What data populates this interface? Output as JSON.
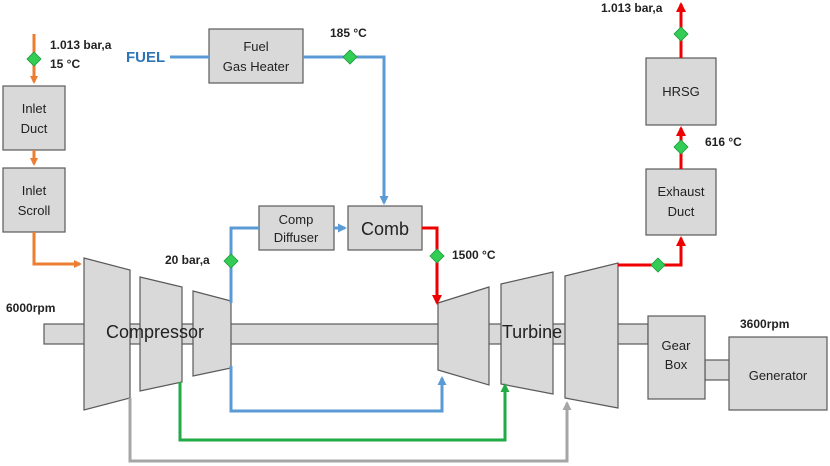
{
  "colors": {
    "air": "#ed7d31",
    "fuel": "#5b9bd5",
    "hot_gas": "#ee0000",
    "cooling_green": "#22aa44",
    "cooling_gray": "#a6a6a6",
    "box_fill": "#d9d9d9",
    "measurement_point": "#33cc55"
  },
  "components": {
    "inlet_duct": [
      "Inlet",
      "Duct"
    ],
    "inlet_scroll": [
      "Inlet",
      "Scroll"
    ],
    "fuel_gas_heater": [
      "Fuel",
      "Gas Heater"
    ],
    "comp_diffuser": [
      "Comp",
      "Diffuser"
    ],
    "comb": "Comb",
    "compressor": "Compressor",
    "turbine": "Turbine",
    "gear_box": [
      "Gear",
      "Box"
    ],
    "generator": "Generator",
    "exhaust_duct": [
      "Exhaust",
      "Duct"
    ],
    "hrsg": "HRSG"
  },
  "labels": {
    "fuel": "FUEL",
    "inlet_pressure": "1.013 bar,a",
    "inlet_temperature": "15 °C",
    "fuel_temperature": "185 °C",
    "compressor_pressure": "20 bar,a",
    "turbine_inlet_temperature": "1500 °C",
    "exhaust_temperature": "616 °C",
    "stack_pressure": "1.013 bar,a",
    "shaft_speed": "6000rpm",
    "generator_speed": "3600rpm"
  }
}
